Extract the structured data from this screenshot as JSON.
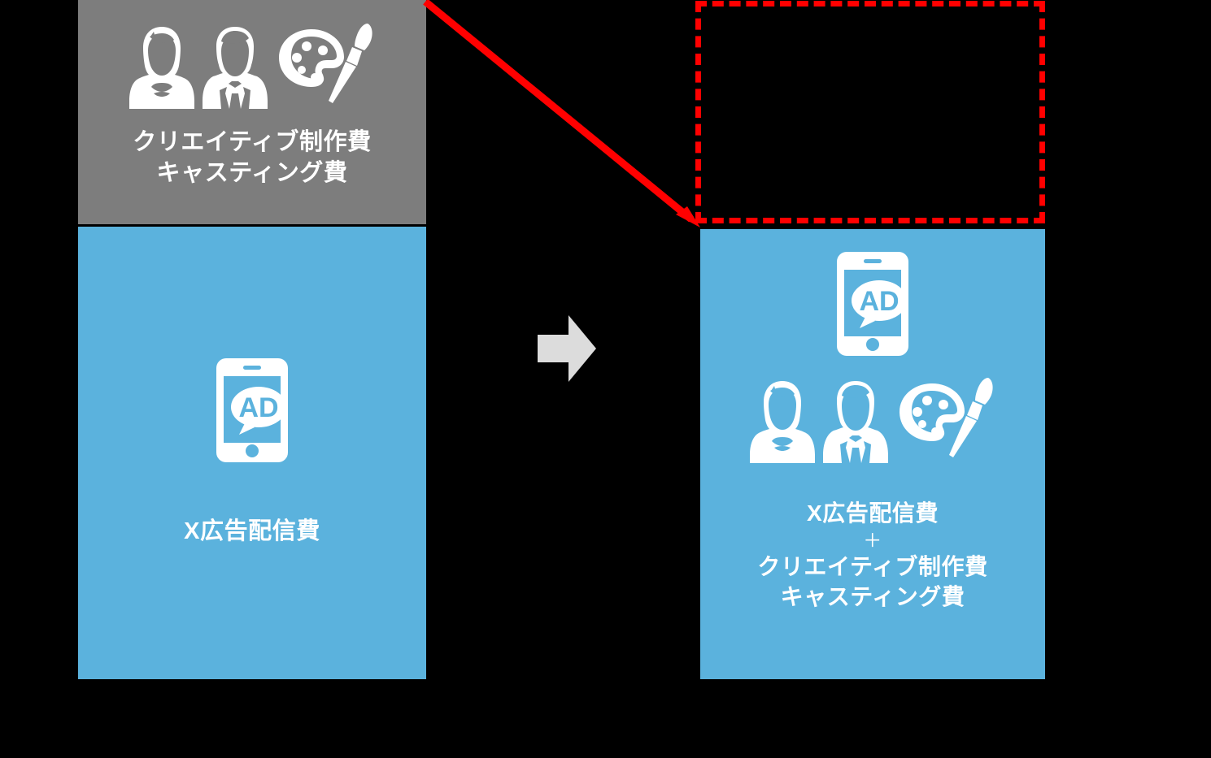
{
  "theme": {
    "background": "#000000",
    "gray_panel": "#7d7d7d",
    "blue_panel": "#5bb2dd",
    "accent_red": "#ff0000",
    "arrow_gray": "#dcdcdc",
    "text_white": "#ffffff"
  },
  "left_top_panel": {
    "icons": [
      "woman-icon",
      "man-icon",
      "palette-brush-icon"
    ],
    "caption_line1": "クリエイティブ制作費",
    "caption_line2": "キャスティング費"
  },
  "left_bottom_panel": {
    "icons": [
      "smartphone-ad-icon"
    ],
    "ad_label": "AD",
    "caption_line1": "X広告配信費"
  },
  "center": {
    "arrow": "right-arrow-icon"
  },
  "right_dashed_box": {
    "content": ""
  },
  "right_panel": {
    "icons": [
      "smartphone-ad-icon",
      "woman-icon",
      "man-icon",
      "palette-brush-icon"
    ],
    "ad_label": "AD",
    "caption_line1": "X広告配信費",
    "caption_plus": "＋",
    "caption_line2": "クリエイティブ制作費",
    "caption_line3": "キャスティング費"
  },
  "pointer": {
    "name": "red-diagonal-arrow"
  }
}
